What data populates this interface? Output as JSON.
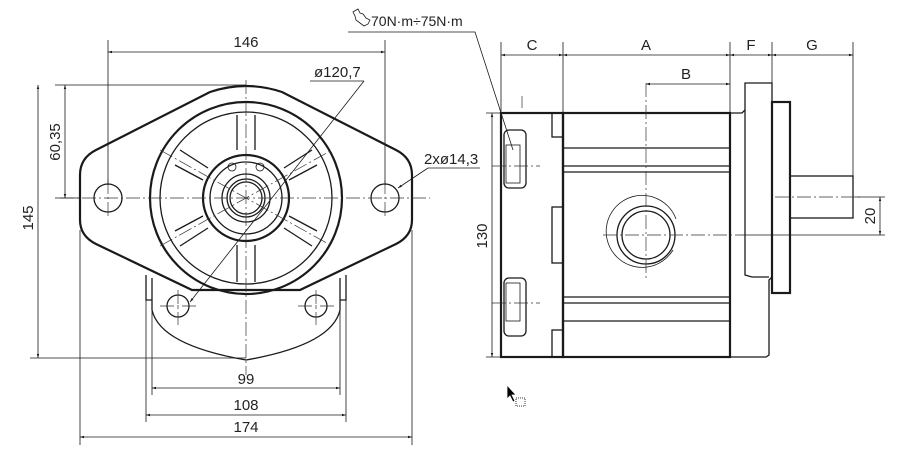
{
  "front_view": {
    "dim_width_holes": "146",
    "dim_pilot_diameter": "ø120,7",
    "dim_mount_holes": "2xø14,3",
    "dim_hole_height": "60,35",
    "dim_total_height": "145",
    "dim_port_spacing": "99",
    "dim_body_width": "108",
    "dim_total_width": "174"
  },
  "side_view": {
    "torque_spec": "70N·m÷75N·m",
    "dim_c": "C",
    "dim_a": "A",
    "dim_b": "B",
    "dim_f": "F",
    "dim_g": "G",
    "dim_height": "130",
    "dim_shaft_offset": "20"
  }
}
